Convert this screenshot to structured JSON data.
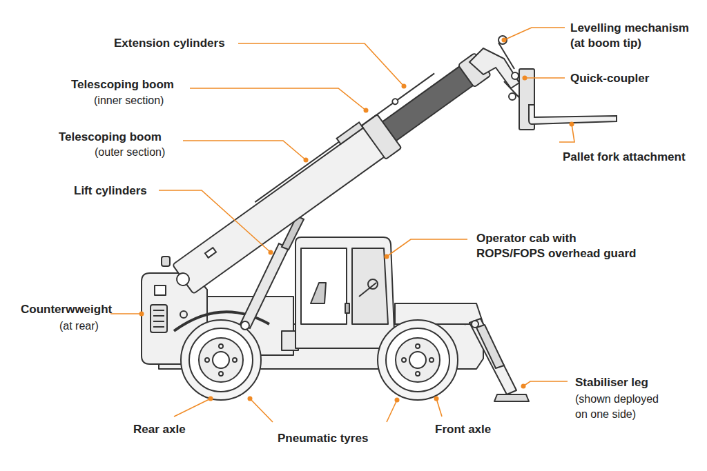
{
  "diagram": {
    "labels": [
      "Extension cylinders",
      "Telescoping boom",
      "(inner section)",
      "Telescoping boom",
      "(outer section)",
      "Lift cylinders",
      "Counterwweight",
      "(at rear)",
      "Rear axle",
      "Pneumatic tyres",
      "Front axle",
      "Stabiliser leg",
      "(shown deployed on one side)",
      "Operator cab with ROPS/FOPS overhead guard",
      "Pallet fork attachment",
      "Quick-coupler",
      "Levelling mechanism (at boom tip)"
    ]
  }
}
